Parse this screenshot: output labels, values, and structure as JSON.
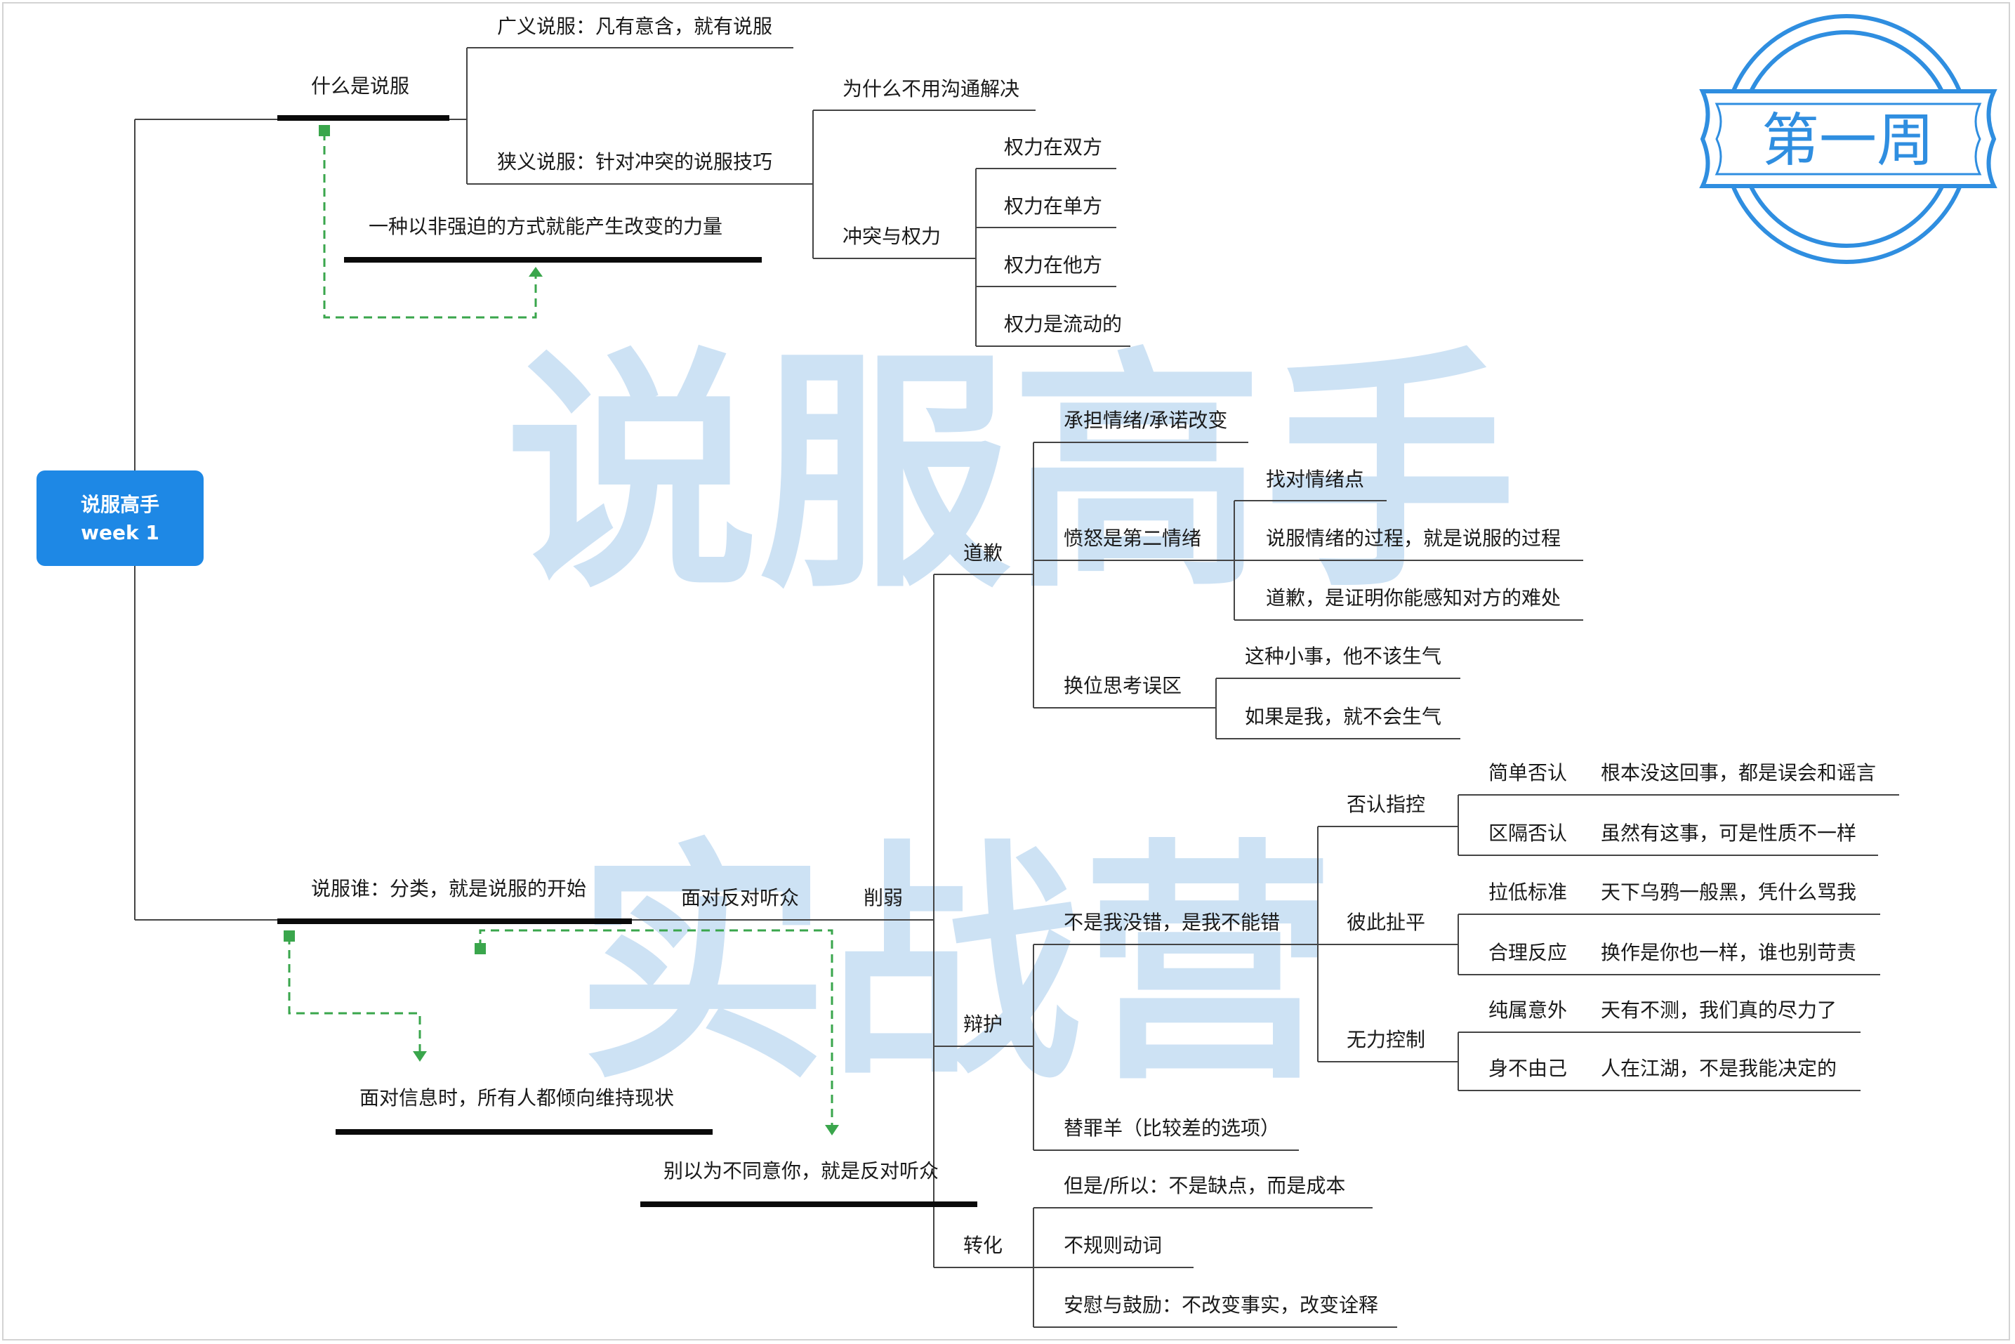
{
  "root": {
    "line1": "说服高手",
    "line2": "week 1"
  },
  "stamp": {
    "label": "第一周"
  },
  "watermark": {
    "text": "说服高手实战营"
  },
  "colors": {
    "root": "#1e88e5",
    "stamp": "#2f8ee0",
    "watermark": "#c5ddf3",
    "connector": "#3aa64c",
    "line": "#444444"
  },
  "nodes": {
    "what": "什么是说服",
    "broad": "广义说服：凡有意含，就有说服",
    "narrow": "狭义说服：针对冲突的说服技巧",
    "why_not": "为什么不用沟通解决",
    "conflict_power": "冲突与权力",
    "power_both": "权力在双方",
    "power_one": "权力在单方",
    "power_other": "权力在他方",
    "power_flow": "权力是流动的",
    "force": "一种以非强迫的方式就能产生改变的力量",
    "who": "说服谁：分类，就是说服的开始",
    "face_opp": "面对反对听众",
    "weaken": "削弱",
    "status_quo": "面对信息时，所有人都倾向维持现状",
    "not_opp": "别以为不同意你，就是反对听众",
    "apology": "道歉",
    "undertake": "承担情绪/承诺改变",
    "anger": "愤怒是第二情绪",
    "find_point": "找对情绪点",
    "persuade_emotion": "说服情绪的过程，就是说服的过程",
    "apology_proof": "道歉，是证明你能感知对方的难处",
    "perspective": "换位思考误区",
    "small_thing": "这种小事，他不该生气",
    "if_me": "如果是我，就不会生气",
    "defend": "辩护",
    "not_wrong": "不是我没错，是我不能错",
    "deny": "否认指控",
    "simple_deny": "简单否认",
    "simple_deny_ex": "根本没这回事，都是误会和谣言",
    "partition_deny": "区隔否认",
    "partition_deny_ex": "虽然有这事，可是性质不一样",
    "equal": "彼此扯平",
    "lower_std": "拉低标准",
    "lower_std_ex": "天下乌鸦一般黑，凭什么骂我",
    "reasonable": "合理反应",
    "reasonable_ex": "换作是你也一样，谁也别苛责",
    "no_control": "无力控制",
    "accident": "纯属意外",
    "accident_ex": "天有不测，我们真的尽力了",
    "helpless": "身不由己",
    "helpless_ex": "人在江湖，不是我能决定的",
    "scapegoat": "替罪羊（比较差的选项）",
    "transform": "转化",
    "but_so": "但是/所以：不是缺点，而是成本",
    "irregular": "不规则动词",
    "comfort": "安慰与鼓励：不改变事实，改变诠释"
  }
}
